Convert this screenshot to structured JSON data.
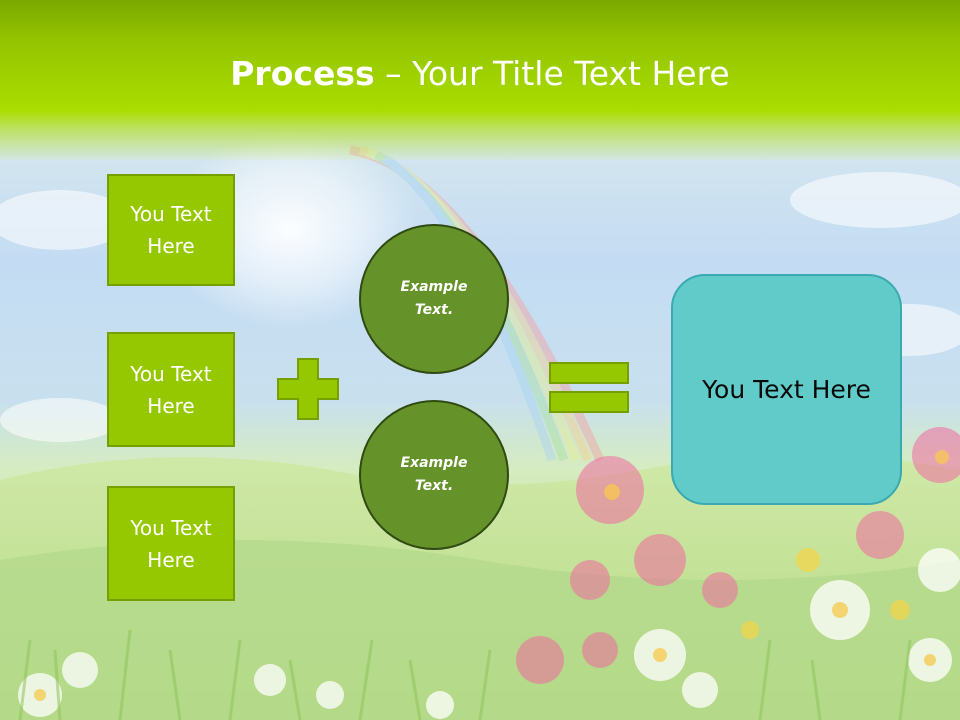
{
  "slide": {
    "title_bold": "Process",
    "title_rest": " – Your Title Text Here"
  },
  "inputs": [
    {
      "label": "You Text Here"
    },
    {
      "label": "You Text Here"
    },
    {
      "label": "You Text Here"
    }
  ],
  "operators": {
    "plus": "plus-icon",
    "equals": "equals-icon"
  },
  "examples": [
    {
      "label": "Example Text."
    },
    {
      "label": "Example Text."
    }
  ],
  "result": {
    "label": "You Text Here"
  },
  "colors": {
    "header_green": "#aadd00",
    "box_green": "#96c800",
    "circle_green": "#66922a",
    "result_teal": "#60cbc8"
  }
}
